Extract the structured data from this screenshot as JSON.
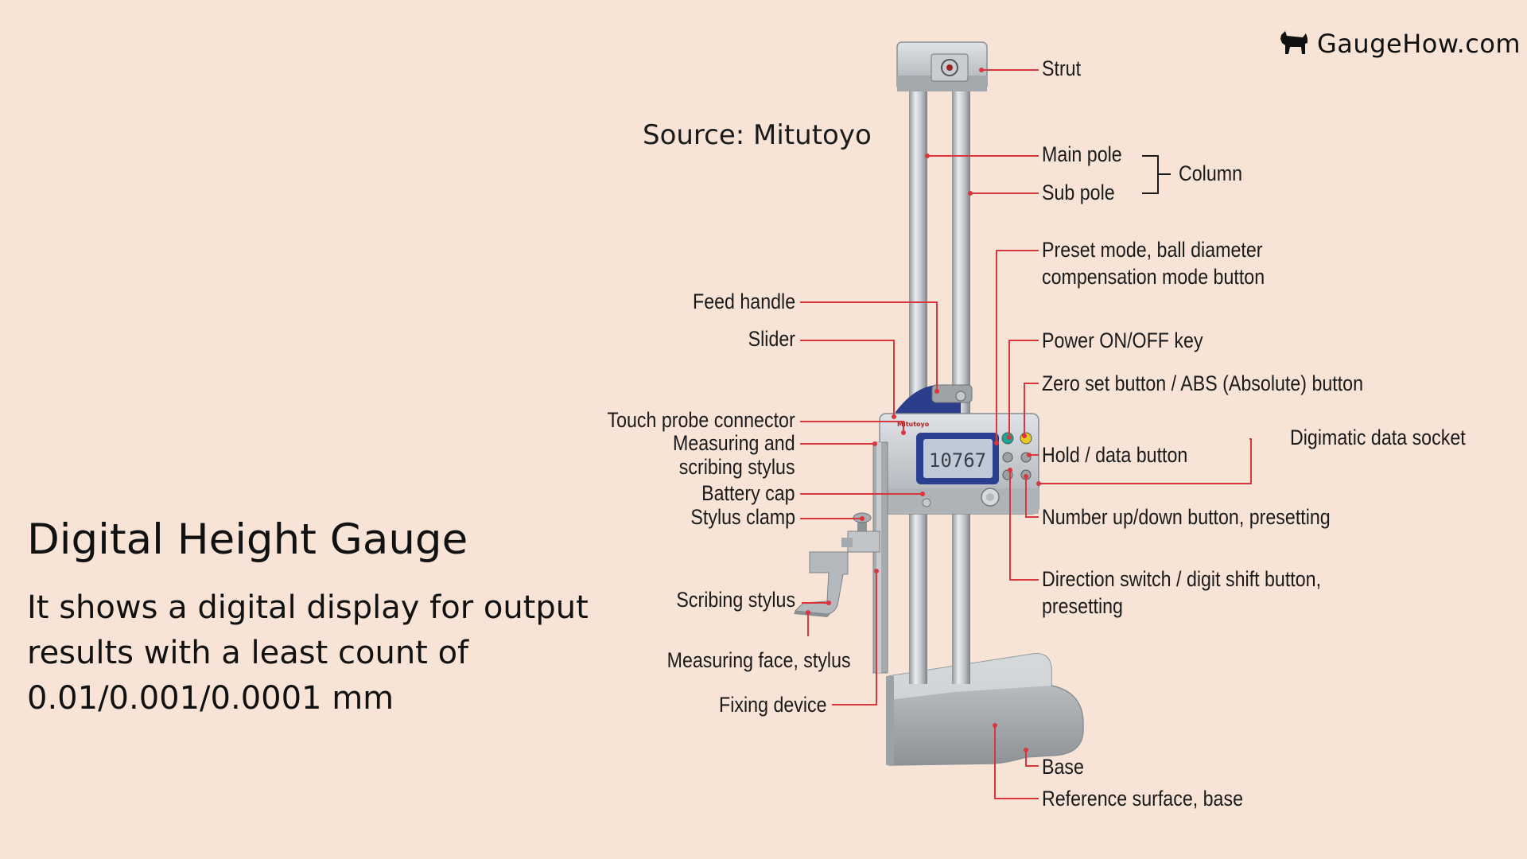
{
  "brand": {
    "text": "GaugeHow.com",
    "icon": "dog-silhouette-icon"
  },
  "source": "Source: Mitutoyo",
  "title": "Digital Height Gauge",
  "description": "It shows a digital display for output results with a least count of 0.01/0.001/0.0001 mm",
  "display_reading": "10767",
  "colors": {
    "background": "#f8e4d7",
    "leader_lines": "#d9363e",
    "gauge_body": "#b7bcc1",
    "display_screen": "#bfcad8",
    "button_green": "#18a89a",
    "button_yellow": "#e8c820",
    "display_frame": "#2a3f8f"
  },
  "labels": {
    "strut": "Strut",
    "main_pole": "Main pole",
    "sub_pole": "Sub pole",
    "column": "Column",
    "preset_mode_1": "Preset mode, ball diameter",
    "preset_mode_2": "compensation mode button",
    "feed_handle": "Feed handle",
    "slider": "Slider",
    "power_key": "Power ON/OFF key",
    "zero_set": "Zero set button / ABS (Absolute) button",
    "touch_probe": "Touch probe connector",
    "digimatic": "Digimatic data socket",
    "measuring_scribing_1": "Measuring and",
    "measuring_scribing_2": "scribing stylus",
    "hold_data": "Hold / data button",
    "battery_cap": "Battery cap",
    "stylus_clamp": "Stylus clamp",
    "number_updown": "Number up/down button, presetting",
    "direction_switch_1": "Direction switch / digit shift button,",
    "direction_switch_2": "presetting",
    "scribing_stylus": "Scribing stylus",
    "measuring_face": "Measuring face, stylus",
    "fixing_device": "Fixing device",
    "base": "Base",
    "reference_surface": "Reference surface, base"
  }
}
